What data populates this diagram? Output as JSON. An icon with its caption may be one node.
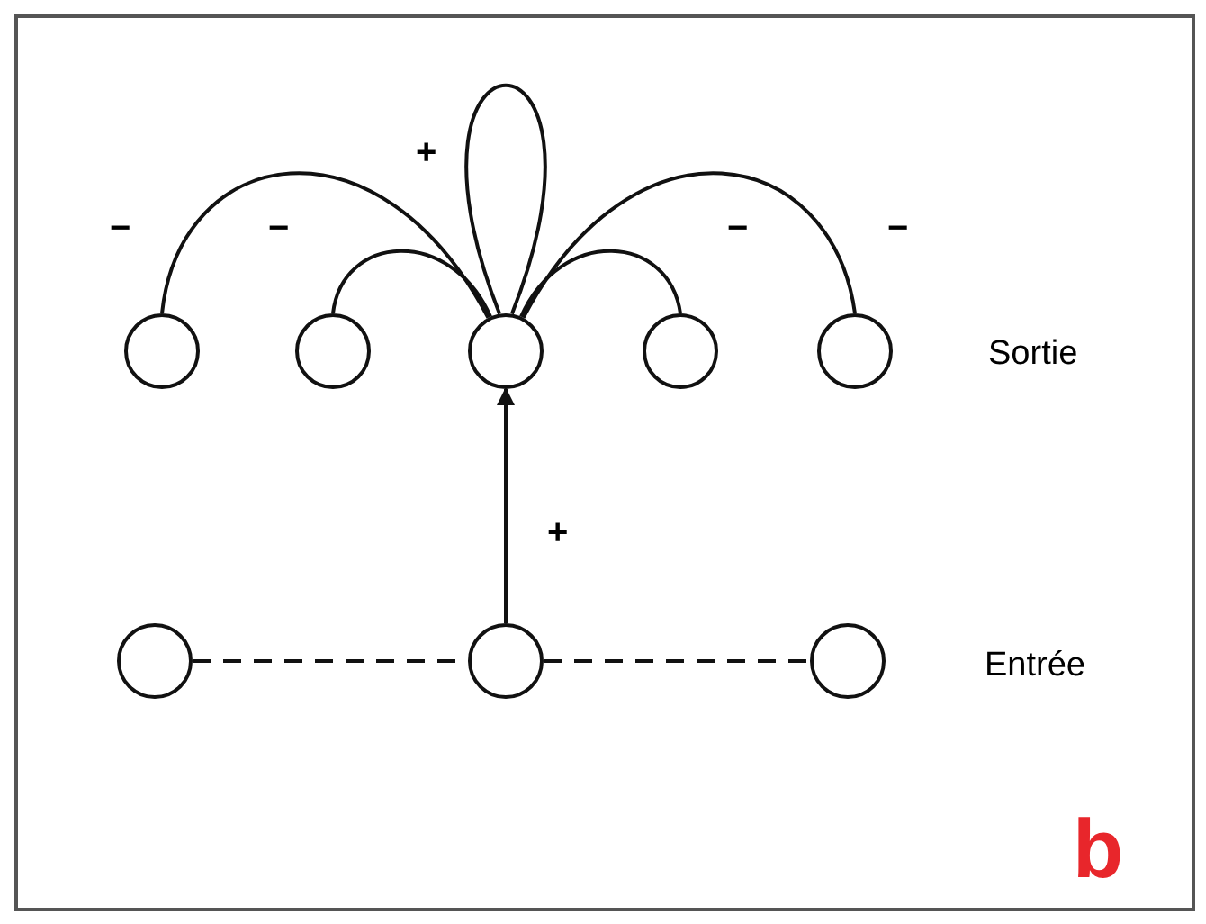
{
  "diagram": {
    "nodes": [
      {
        "text": [],
        "shape": "circle"
      },
      {
        "text": [],
        "shape": "circle"
      },
      {
        "text": [],
        "shape": "circle"
      },
      {
        "text": [],
        "shape": "circle"
      },
      {
        "text": [],
        "shape": "circle"
      },
      {
        "text": [],
        "shape": "circle"
      },
      {
        "text": [],
        "shape": "circle"
      },
      {
        "text": [],
        "shape": "circle"
      }
    ],
    "edges": [
      {
        "from": 5,
        "to": 6,
        "arrow": "none",
        "style": "dashed"
      },
      {
        "from": 6,
        "to": 7,
        "arrow": "none",
        "style": "dashed"
      },
      {
        "from": 6,
        "to": 2,
        "arrow": "to",
        "label": "+"
      },
      {
        "from": 2,
        "to": 2,
        "arrow": "none",
        "label": "+"
      },
      {
        "from": 2,
        "to": 0,
        "arrow": "none",
        "label": "−"
      },
      {
        "from": 2,
        "to": 1,
        "arrow": "none",
        "label": "−"
      },
      {
        "from": 2,
        "to": 3,
        "arrow": "none",
        "label": "−"
      },
      {
        "from": 2,
        "to": 4,
        "arrow": "none",
        "label": "−"
      }
    ],
    "labels": [
      "Sortie",
      "Entrée",
      "b"
    ]
  }
}
